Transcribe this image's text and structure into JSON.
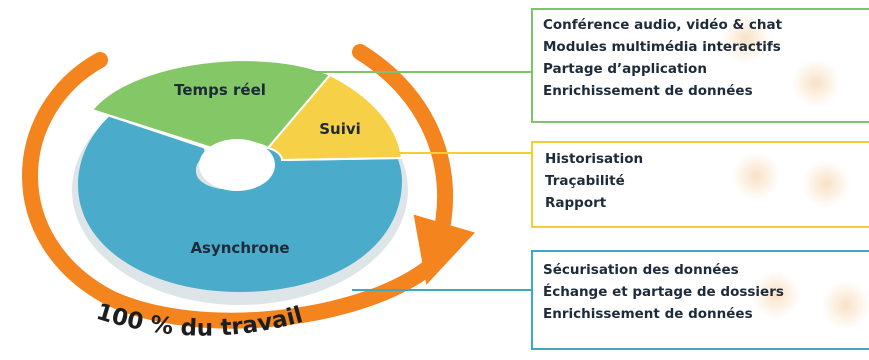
{
  "diagram": {
    "segments": [
      {
        "label": "Temps réel",
        "color": "#84c766"
      },
      {
        "label": "Suivi",
        "color": "#f6d046"
      },
      {
        "label": "Asynchrone",
        "color": "#4aabcb"
      }
    ],
    "arrow_color": "#f3841e",
    "slogan": "100 % du travail"
  },
  "boxes": {
    "temps_reel": {
      "border_color": "#7ec46a",
      "items": [
        "Conférence audio, vidéo & chat",
        "Modules multimédia interactifs",
        "Partage d’application",
        "Enrichissement de données"
      ]
    },
    "suivi": {
      "border_color": "#f3cc36",
      "items": [
        "Historisation",
        "Traçabilité",
        "Rapport"
      ]
    },
    "asynchrone": {
      "border_color": "#3ea8c3",
      "items": [
        "Sécurisation des données",
        "Échange et partage de dossiers",
        "Enrichissement de données"
      ]
    }
  }
}
